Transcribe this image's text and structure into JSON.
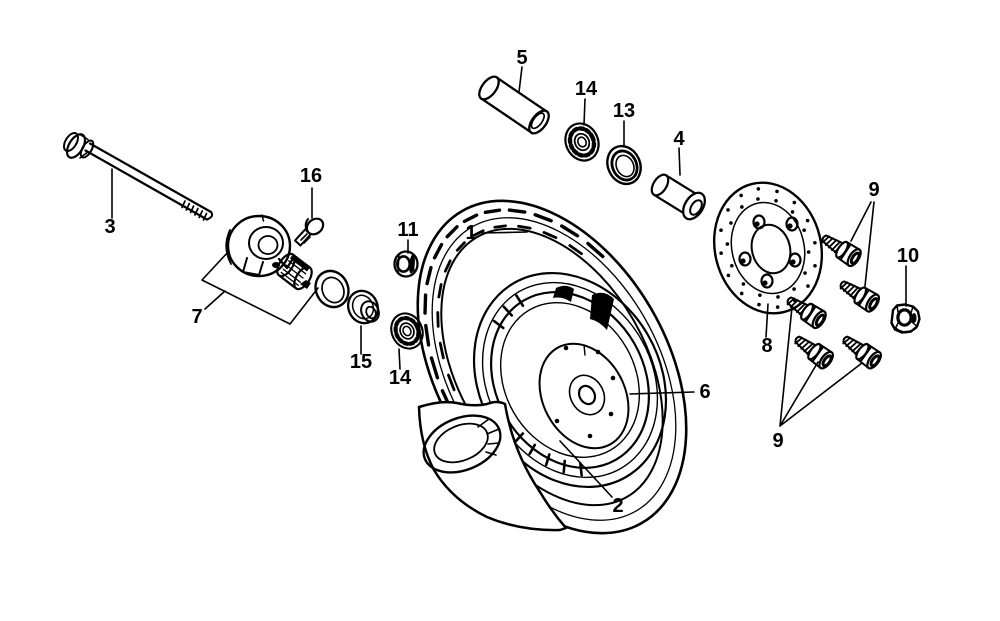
{
  "colors": {
    "ink": "#000000",
    "paper": "#ffffff"
  },
  "callouts": [
    {
      "n": "1"
    },
    {
      "n": "2"
    },
    {
      "n": "3"
    },
    {
      "n": "4"
    },
    {
      "n": "5"
    },
    {
      "n": "6"
    },
    {
      "n": "7"
    },
    {
      "n": "8"
    },
    {
      "n": "9"
    },
    {
      "n": "9"
    },
    {
      "n": "10"
    },
    {
      "n": "11"
    },
    {
      "n": "13"
    },
    {
      "n": "14"
    },
    {
      "n": "14"
    },
    {
      "n": "15"
    },
    {
      "n": "16"
    }
  ]
}
